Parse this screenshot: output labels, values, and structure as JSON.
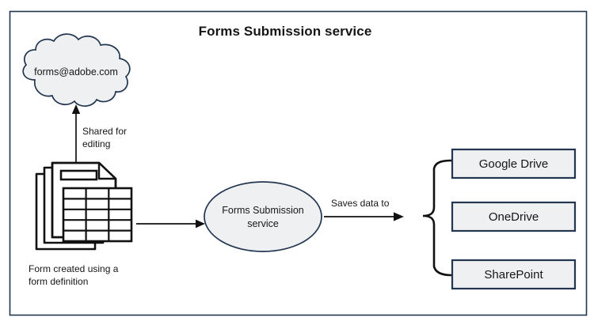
{
  "diagram": {
    "title": "Forms Submission service",
    "frame": {
      "border_color": "#22364f",
      "background": "#ffffff"
    },
    "palette": {
      "shape_fill": "#eff0f1",
      "shape_border": "#22364f",
      "connector": "#111111",
      "text": "#161616"
    },
    "nodes": {
      "cloud": {
        "name": "cloud",
        "label": "forms@adobe.com"
      },
      "form_stack": {
        "name": "form-documents",
        "caption_line1": "Form created using a",
        "caption_line2": "form definition"
      },
      "service": {
        "name": "forms-submission-service",
        "label_line1": "Forms Submission",
        "label_line2": "service"
      },
      "storage_targets": [
        {
          "label": "Google Drive"
        },
        {
          "label": "OneDrive"
        },
        {
          "label": "SharePoint"
        }
      ]
    },
    "edges": [
      {
        "from": "form_stack",
        "to": "cloud",
        "label_line1": "Shared for",
        "label_line2": "editing",
        "direction": "up"
      },
      {
        "from": "form_stack",
        "to": "service",
        "label": "",
        "direction": "right"
      },
      {
        "from": "service",
        "to": "storage_targets",
        "label": "Saves data to",
        "direction": "right"
      }
    ]
  }
}
